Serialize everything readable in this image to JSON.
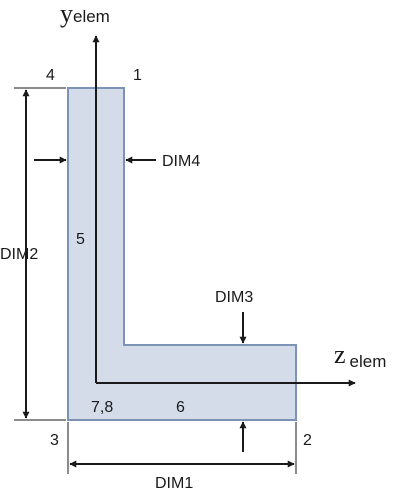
{
  "diagram": {
    "axes": {
      "y": {
        "main": "y",
        "sub": "elem"
      },
      "z": {
        "main": "z",
        "sub": "elem"
      }
    },
    "points": {
      "p1": "1",
      "p2": "2",
      "p3": "3",
      "p4": "4",
      "p5": "5",
      "p6": "6",
      "p78": "7,8"
    },
    "dimensions": {
      "dim1": "DIM1",
      "dim2": "DIM2",
      "dim3": "DIM3",
      "dim4": "DIM4"
    },
    "colors": {
      "fill": "#d4dbe9",
      "outline": "#7d93b5",
      "ink": "#1a1a1a"
    }
  }
}
